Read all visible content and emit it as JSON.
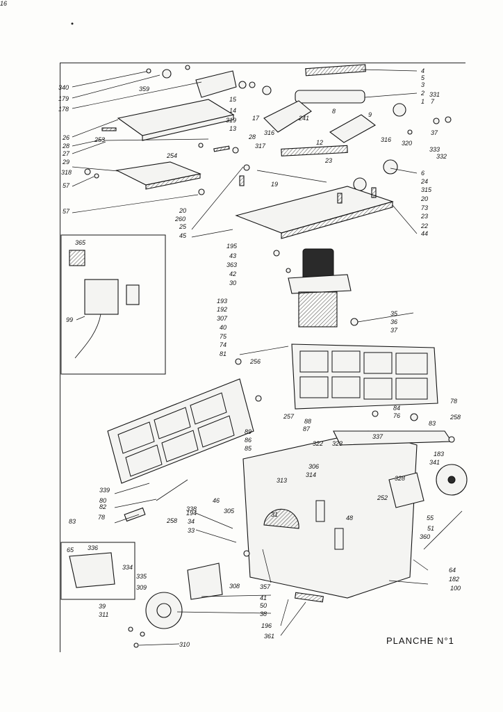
{
  "plate": {
    "title": "PLANCHE N°1"
  },
  "callouts": [
    "340",
    "179",
    "178",
    "359",
    "15",
    "14",
    "319",
    "13",
    "17",
    "26",
    "28",
    "27",
    "253",
    "254",
    "28",
    "317",
    "29",
    "318",
    "57",
    "57",
    "4",
    "5",
    "3",
    "2",
    "1",
    "331",
    "7",
    "8",
    "9",
    "37",
    "333",
    "332",
    "316",
    "241",
    "12",
    "316",
    "320",
    "6",
    "24",
    "23",
    "19",
    "315",
    "20",
    "73",
    "23",
    "22",
    "44",
    "20",
    "260",
    "25",
    "45",
    "365",
    "99",
    "195",
    "43",
    "363",
    "42",
    "30",
    "193",
    "192",
    "307",
    "40",
    "75",
    "74",
    "81",
    "256",
    "35",
    "36",
    "37",
    "257",
    "84",
    "76",
    "83",
    "78",
    "258",
    "88",
    "87",
    "89",
    "86",
    "85",
    "337",
    "322",
    "323",
    "306",
    "183",
    "341",
    "313",
    "314",
    "328",
    "252",
    "55",
    "51",
    "360",
    "64",
    "182",
    "100",
    "80",
    "339",
    "82",
    "78",
    "83",
    "258",
    "338",
    "46",
    "305",
    "194",
    "34",
    "33",
    "31",
    "48",
    "65",
    "336",
    "334",
    "335",
    "309",
    "308",
    "357",
    "41",
    "50",
    "38",
    "39",
    "311",
    "310",
    "196",
    "361",
    "16"
  ],
  "icons": [
    "screw-icon",
    "washer-icon",
    "spring-icon",
    "gear-icon",
    "pulley-icon",
    "handwheel-icon",
    "switch-box-icon",
    "motor-icon"
  ]
}
